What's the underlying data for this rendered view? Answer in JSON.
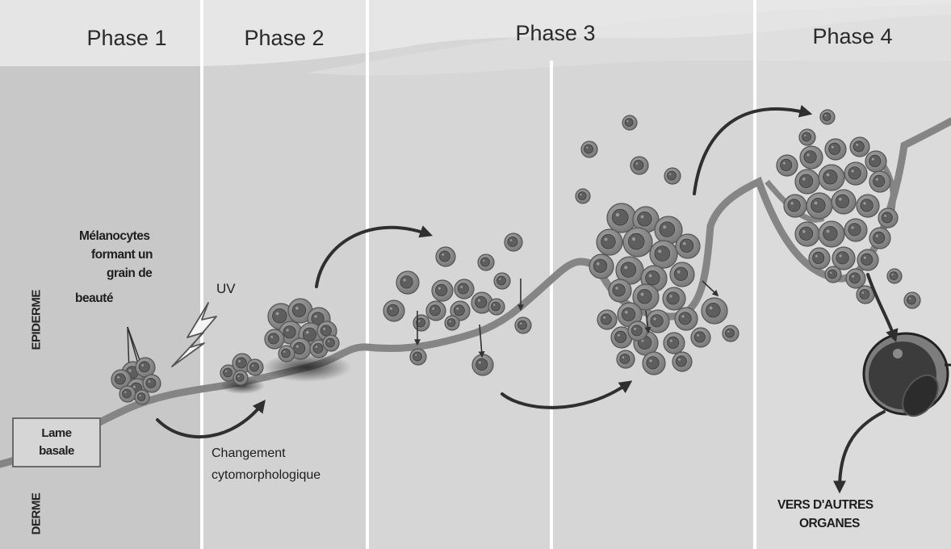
{
  "phases": [
    "Phase 1",
    "Phase 2",
    "Phase 3",
    "Phase 4"
  ],
  "layers": {
    "epidermis": "EPIDERME",
    "dermis": "DERME"
  },
  "labels": {
    "melanocytes": [
      "Mélanocytes",
      "formant un",
      "grain de",
      "beauté"
    ],
    "uv": "UV",
    "basal_lamina": [
      "Lame",
      "basale"
    ],
    "change": [
      "Changement",
      "cytomorphologique"
    ],
    "organs": [
      "VERS D'AUTRES",
      "ORGANES"
    ]
  },
  "colors": {
    "background": "#cfcfcf",
    "header_band": "#eaeaea",
    "membrane": "#858585",
    "cell_outer": "#8c8c8c",
    "cell_nucleus": "#5e5e5e",
    "arrow": "#2f2f2f",
    "divider": "#ffffff"
  }
}
